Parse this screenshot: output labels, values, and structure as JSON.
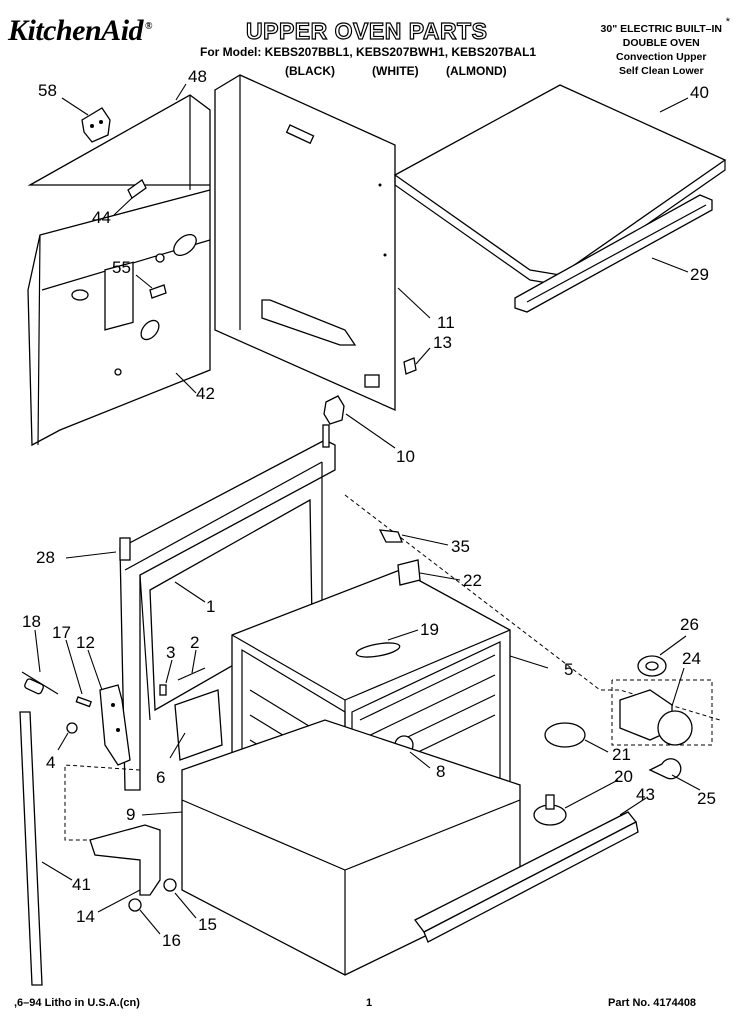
{
  "header": {
    "brand": "KitchenAid",
    "title": "UPPER OVEN PARTS",
    "model_line": "For Model: KEBS207BBL1, KEBS207BWH1, KEBS207BAL1",
    "colors": [
      "(BLACK)",
      "(WHITE)",
      "(ALMOND)"
    ],
    "side_lines": [
      "30\" ELECTRIC BUILT–IN",
      "DOUBLE OVEN",
      "Convection Upper",
      "Self Clean Lower"
    ],
    "asterisk": "*"
  },
  "parts": [
    {
      "label": "58"
    },
    {
      "label": "48"
    },
    {
      "label": "44"
    },
    {
      "label": "55"
    },
    {
      "label": "42"
    },
    {
      "label": "40"
    },
    {
      "label": "29"
    },
    {
      "label": "11"
    },
    {
      "label": "13"
    },
    {
      "label": "10"
    },
    {
      "label": "35"
    },
    {
      "label": "28"
    },
    {
      "label": "22"
    },
    {
      "label": "1"
    },
    {
      "label": "18"
    },
    {
      "label": "17"
    },
    {
      "label": "12"
    },
    {
      "label": "3"
    },
    {
      "label": "2"
    },
    {
      "label": "19"
    },
    {
      "label": "26"
    },
    {
      "label": "24"
    },
    {
      "label": "5"
    },
    {
      "label": "4"
    },
    {
      "label": "6"
    },
    {
      "label": "21"
    },
    {
      "label": "8"
    },
    {
      "label": "20"
    },
    {
      "label": "43"
    },
    {
      "label": "25"
    },
    {
      "label": "9"
    },
    {
      "label": "41"
    },
    {
      "label": "14"
    },
    {
      "label": "15"
    },
    {
      "label": "16"
    }
  ],
  "footer": {
    "litho": ",6–94 Litho in U.S.A.(cn)",
    "page": "1",
    "part_no": "Part No. 4174408"
  }
}
